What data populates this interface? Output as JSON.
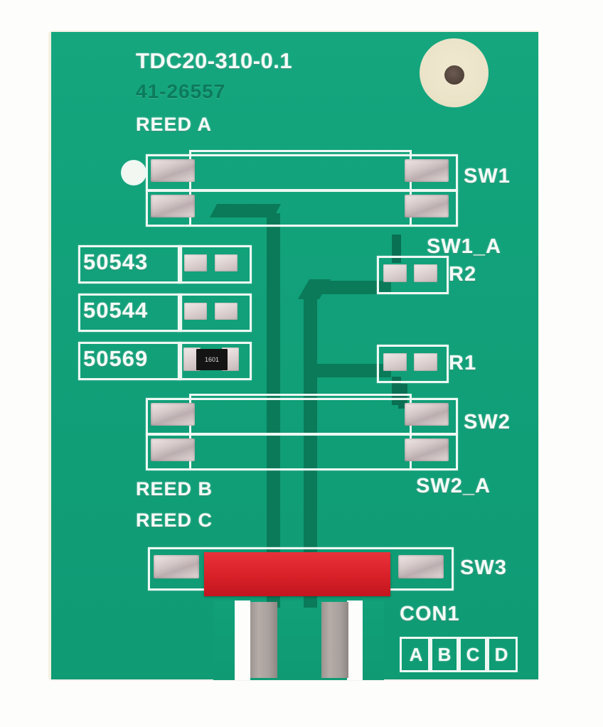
{
  "board": {
    "title": "TDC20-310-0.1",
    "revision": "41-26557",
    "silkscreen_color": "#f4fbf7",
    "soldermask_color": "#12a17a",
    "trace_color": "#0a7a59",
    "component_red": "#d82028"
  },
  "labels": {
    "reed_a": "REED A",
    "reed_b": "REED B",
    "reed_c": "REED C",
    "sw1": "SW1",
    "sw1_a": "SW1_A",
    "sw2": "SW2",
    "sw2_a": "SW2_A",
    "sw3": "SW3",
    "r1": "R1",
    "r2": "R2",
    "con1": "CON1"
  },
  "part_table": {
    "rows": [
      {
        "part_number": "50543",
        "populated": false
      },
      {
        "part_number": "50544",
        "populated": false
      },
      {
        "part_number": "50569",
        "populated": true
      }
    ]
  },
  "components": {
    "resistor_marking": "1601"
  },
  "connector": {
    "name": "CON1",
    "pins": [
      "A",
      "B",
      "C",
      "D"
    ]
  }
}
